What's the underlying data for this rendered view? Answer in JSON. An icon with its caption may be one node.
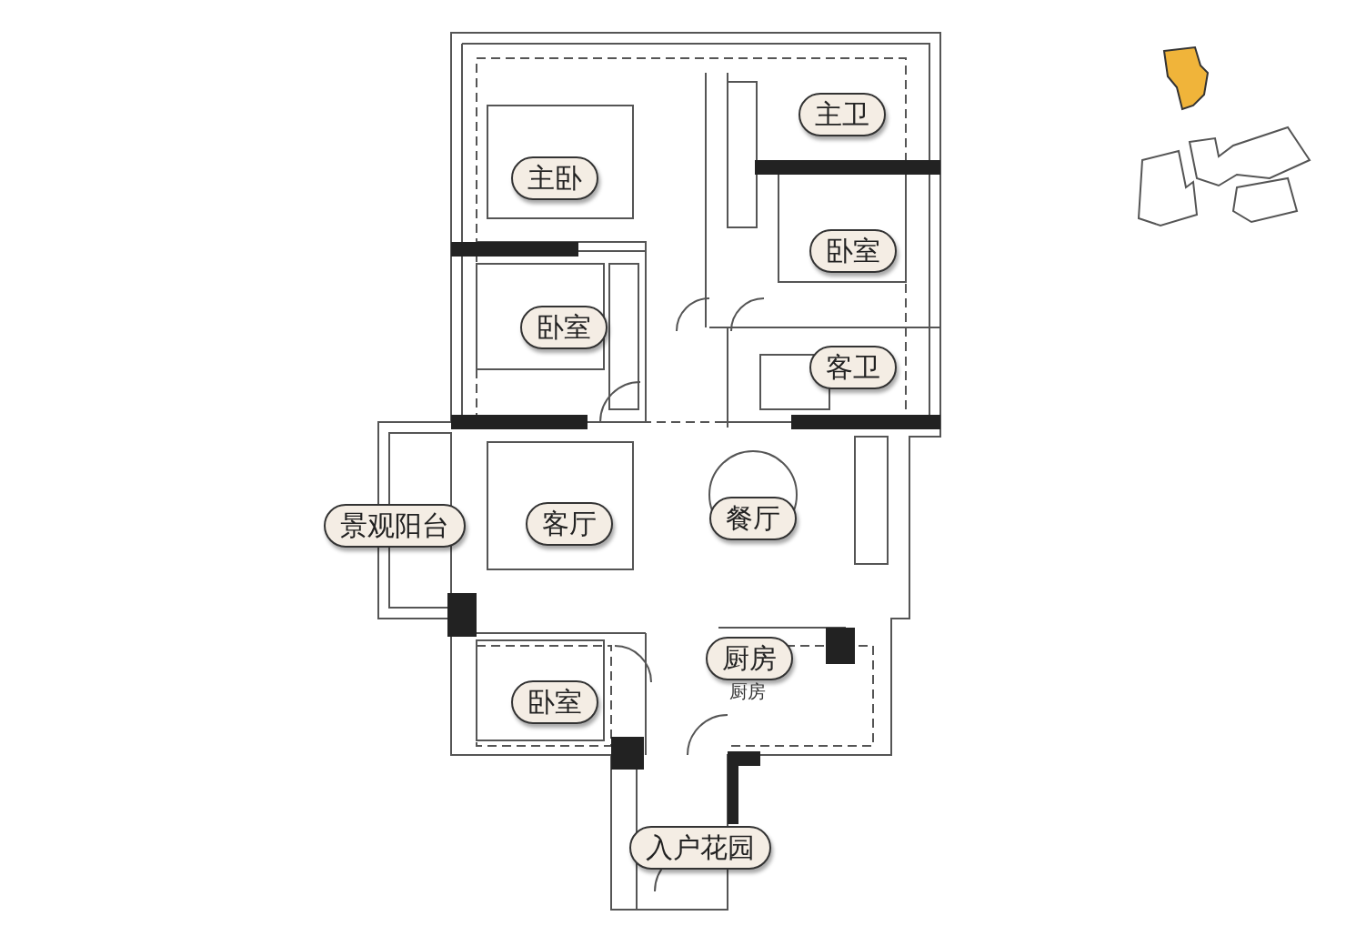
{
  "diagram": {
    "nodes": [
      {
        "text": [
          "主卫"
        ]
      },
      {
        "text": [
          "主卧"
        ]
      },
      {
        "text": [
          "卧室"
        ]
      },
      {
        "text": [
          "卧室"
        ]
      },
      {
        "text": [
          "客卫"
        ]
      },
      {
        "text": [
          "景观阳台"
        ]
      },
      {
        "text": [
          "客厅"
        ]
      },
      {
        "text": [
          "餐厅"
        ]
      },
      {
        "text": [
          "厨房"
        ]
      },
      {
        "text": [
          "卧室"
        ]
      },
      {
        "text": [
          "入户花园"
        ]
      }
    ],
    "edges": [],
    "labels": [
      "厨房"
    ]
  }
}
